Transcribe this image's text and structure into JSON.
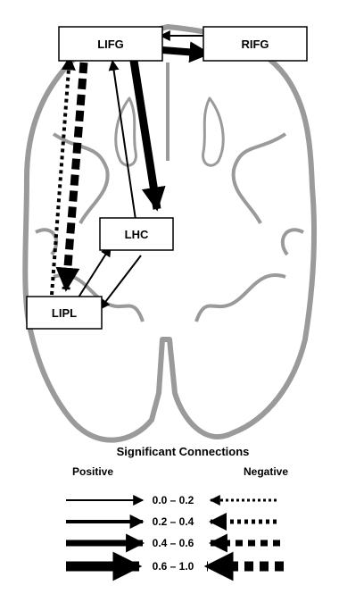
{
  "regions": [
    {
      "id": "lifg",
      "label": "LIFG"
    },
    {
      "id": "rifg",
      "label": "RIFG"
    },
    {
      "id": "lhc",
      "label": "LHC"
    },
    {
      "id": "lipl",
      "label": "LIPL"
    }
  ],
  "connections": [
    {
      "from": "RIFG",
      "to": "LIFG",
      "sign": "positive",
      "strength": "0.0 – 0.2"
    },
    {
      "from": "LIFG",
      "to": "RIFG",
      "sign": "positive",
      "strength": "0.6 – 1.0"
    },
    {
      "from": "LIFG",
      "to": "LHC",
      "sign": "positive",
      "strength": "0.6 – 1.0"
    },
    {
      "from": "LHC",
      "to": "LIFG",
      "sign": "positive",
      "strength": "0.0 – 0.2"
    },
    {
      "from": "LIFG",
      "to": "LIPL",
      "sign": "negative",
      "strength": "0.6 – 1.0"
    },
    {
      "from": "LIPL",
      "to": "LIFG",
      "sign": "negative",
      "strength": "0.2 – 0.4"
    },
    {
      "from": "LIPL",
      "to": "LHC",
      "sign": "positive",
      "strength": "0.0 – 0.2"
    },
    {
      "from": "LHC",
      "to": "LIPL",
      "sign": "positive",
      "strength": "0.0 – 0.2"
    }
  ],
  "legend": {
    "title": "Significant Connections",
    "positive_label": "Positive",
    "negative_label": "Negative",
    "ranges": [
      "0.0 – 0.2",
      "0.2 – 0.4",
      "0.4 – 0.6",
      "0.6 – 1.0"
    ]
  },
  "colors": {
    "brain_outline": "#9a9a9a",
    "arrow": "#000000",
    "node_fill": "#ffffff"
  }
}
